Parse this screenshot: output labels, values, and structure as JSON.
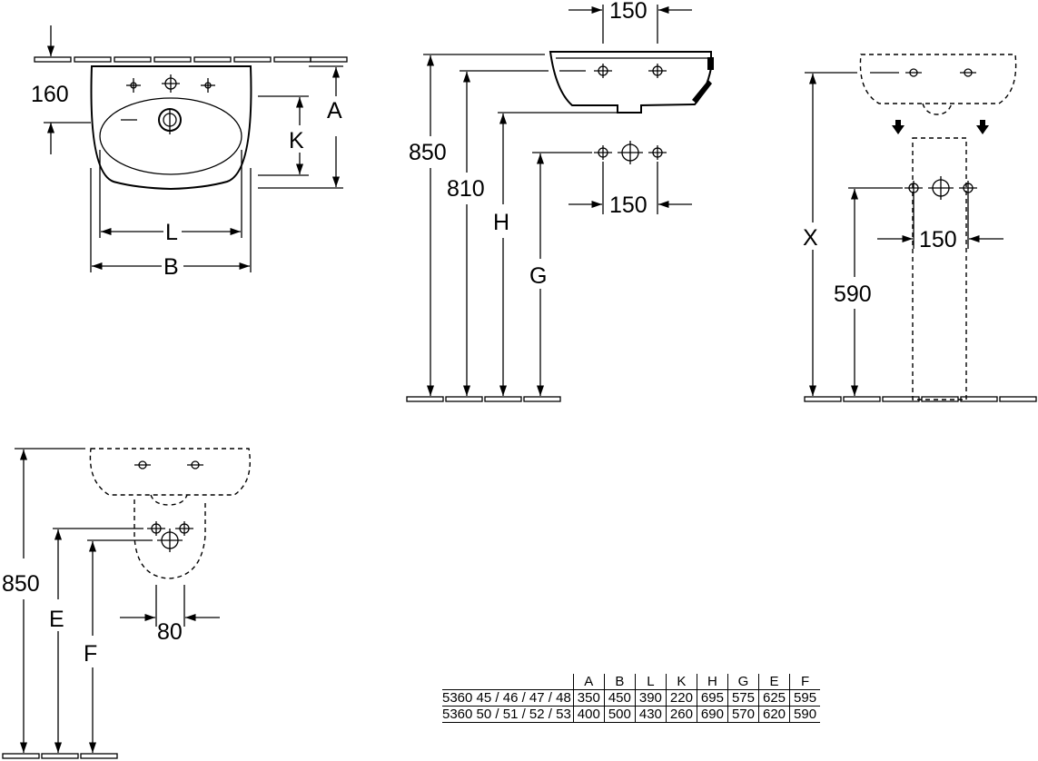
{
  "top_view": {
    "depth_label": "160",
    "width_label_L": "L",
    "width_label_B": "B",
    "height_label_A": "A",
    "height_label_K": "K"
  },
  "side_view": {
    "top_spacing": "150",
    "lower_spacing": "150",
    "height_850": "850",
    "height_810": "810",
    "label_H": "H",
    "label_G": "G"
  },
  "pedestal_view": {
    "label_X": "X",
    "height_590": "590",
    "spacing_150": "150"
  },
  "semipedestal_view": {
    "height_850": "850",
    "label_E": "E",
    "label_F": "F",
    "spacing_80": "80"
  },
  "spec_table": {
    "headers": [
      "",
      "A",
      "B",
      "L",
      "K",
      "H",
      "G",
      "E",
      "F"
    ],
    "rows": [
      [
        "5360 45 / 46 / 47 / 48",
        "350",
        "450",
        "390",
        "220",
        "695",
        "575",
        "625",
        "595"
      ],
      [
        "5360 50 / 51 / 52 / 53",
        "400",
        "500",
        "430",
        "260",
        "690",
        "570",
        "620",
        "590"
      ]
    ]
  }
}
